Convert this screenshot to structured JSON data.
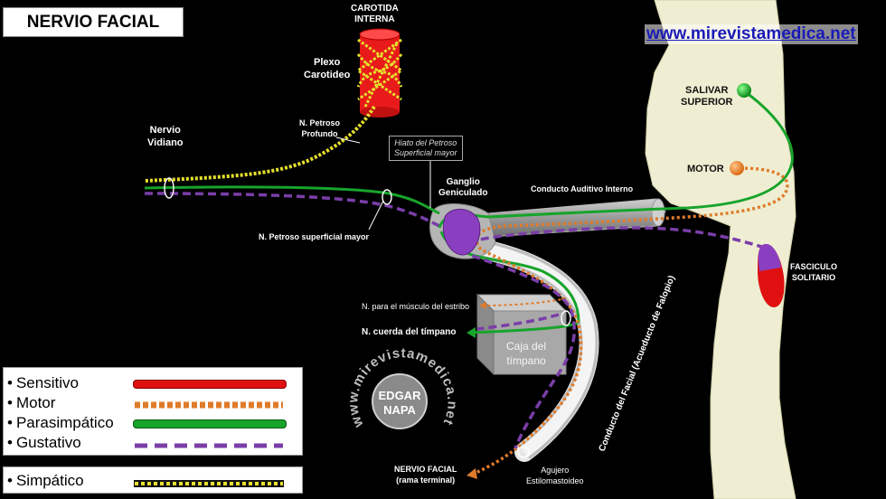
{
  "title": "NERVIO FACIAL",
  "website": "www.mirevistamedica.net",
  "labels": {
    "carotida": "CAROTIDA\nINTERNA",
    "plexo": "Plexo\nCarotideo",
    "petroso_profundo": "N. Petroso\nProfundo",
    "vidiano": "Nervio\nVidiano",
    "hiato": "Hiato del Petroso\nSuperficial mayor",
    "ganglio": "Ganglio\nGeniculado",
    "conducto_auditivo": "Conducto Auditivo Interno",
    "petroso_superficial": "N. Petroso superficial mayor",
    "salivar": "SALIVAR\nSUPERIOR",
    "motor": "MOTOR",
    "fasciculo": "FASCICULO\nSOLITARIO",
    "estribo": "N. para el músculo del estribo",
    "cuerda": "N. cuerda del tímpano",
    "caja": "Caja del\ntímpano",
    "conducto_facial": "Conducto del Facial (Acueducto de Falopio)",
    "nervio_terminal": "NERVIO FACIAL\n(rama terminal)",
    "agujero": "Agujero\nEstilomastoideo"
  },
  "watermark": {
    "ring_text": "www.mirevistamedica.net",
    "name_line1": "EDGAR",
    "name_line2": "NAPA"
  },
  "legend": {
    "items": [
      {
        "label": "Sensitivo",
        "style": "solid",
        "color": "#e01010"
      },
      {
        "label": "Motor",
        "style": "dots",
        "color": "#e07b2a"
      },
      {
        "label": "Parasimpático",
        "style": "solid",
        "color": "#17a42b"
      },
      {
        "label": "Gustativo",
        "style": "dashes",
        "color": "#7a3ea8"
      }
    ],
    "simpatico": {
      "label": "Simpático",
      "style": "dots",
      "color": "#e6e02b"
    }
  },
  "colors": {
    "sensitivo": "#e01010",
    "motor": "#e07b2a",
    "parasimpatico": "#17a42b",
    "gustativo": "#7a3ea8",
    "simpatico": "#e6e02b",
    "brainstem": "#efeed2",
    "ganglion": "#8a3fc0",
    "link": "#1a1ab8"
  }
}
